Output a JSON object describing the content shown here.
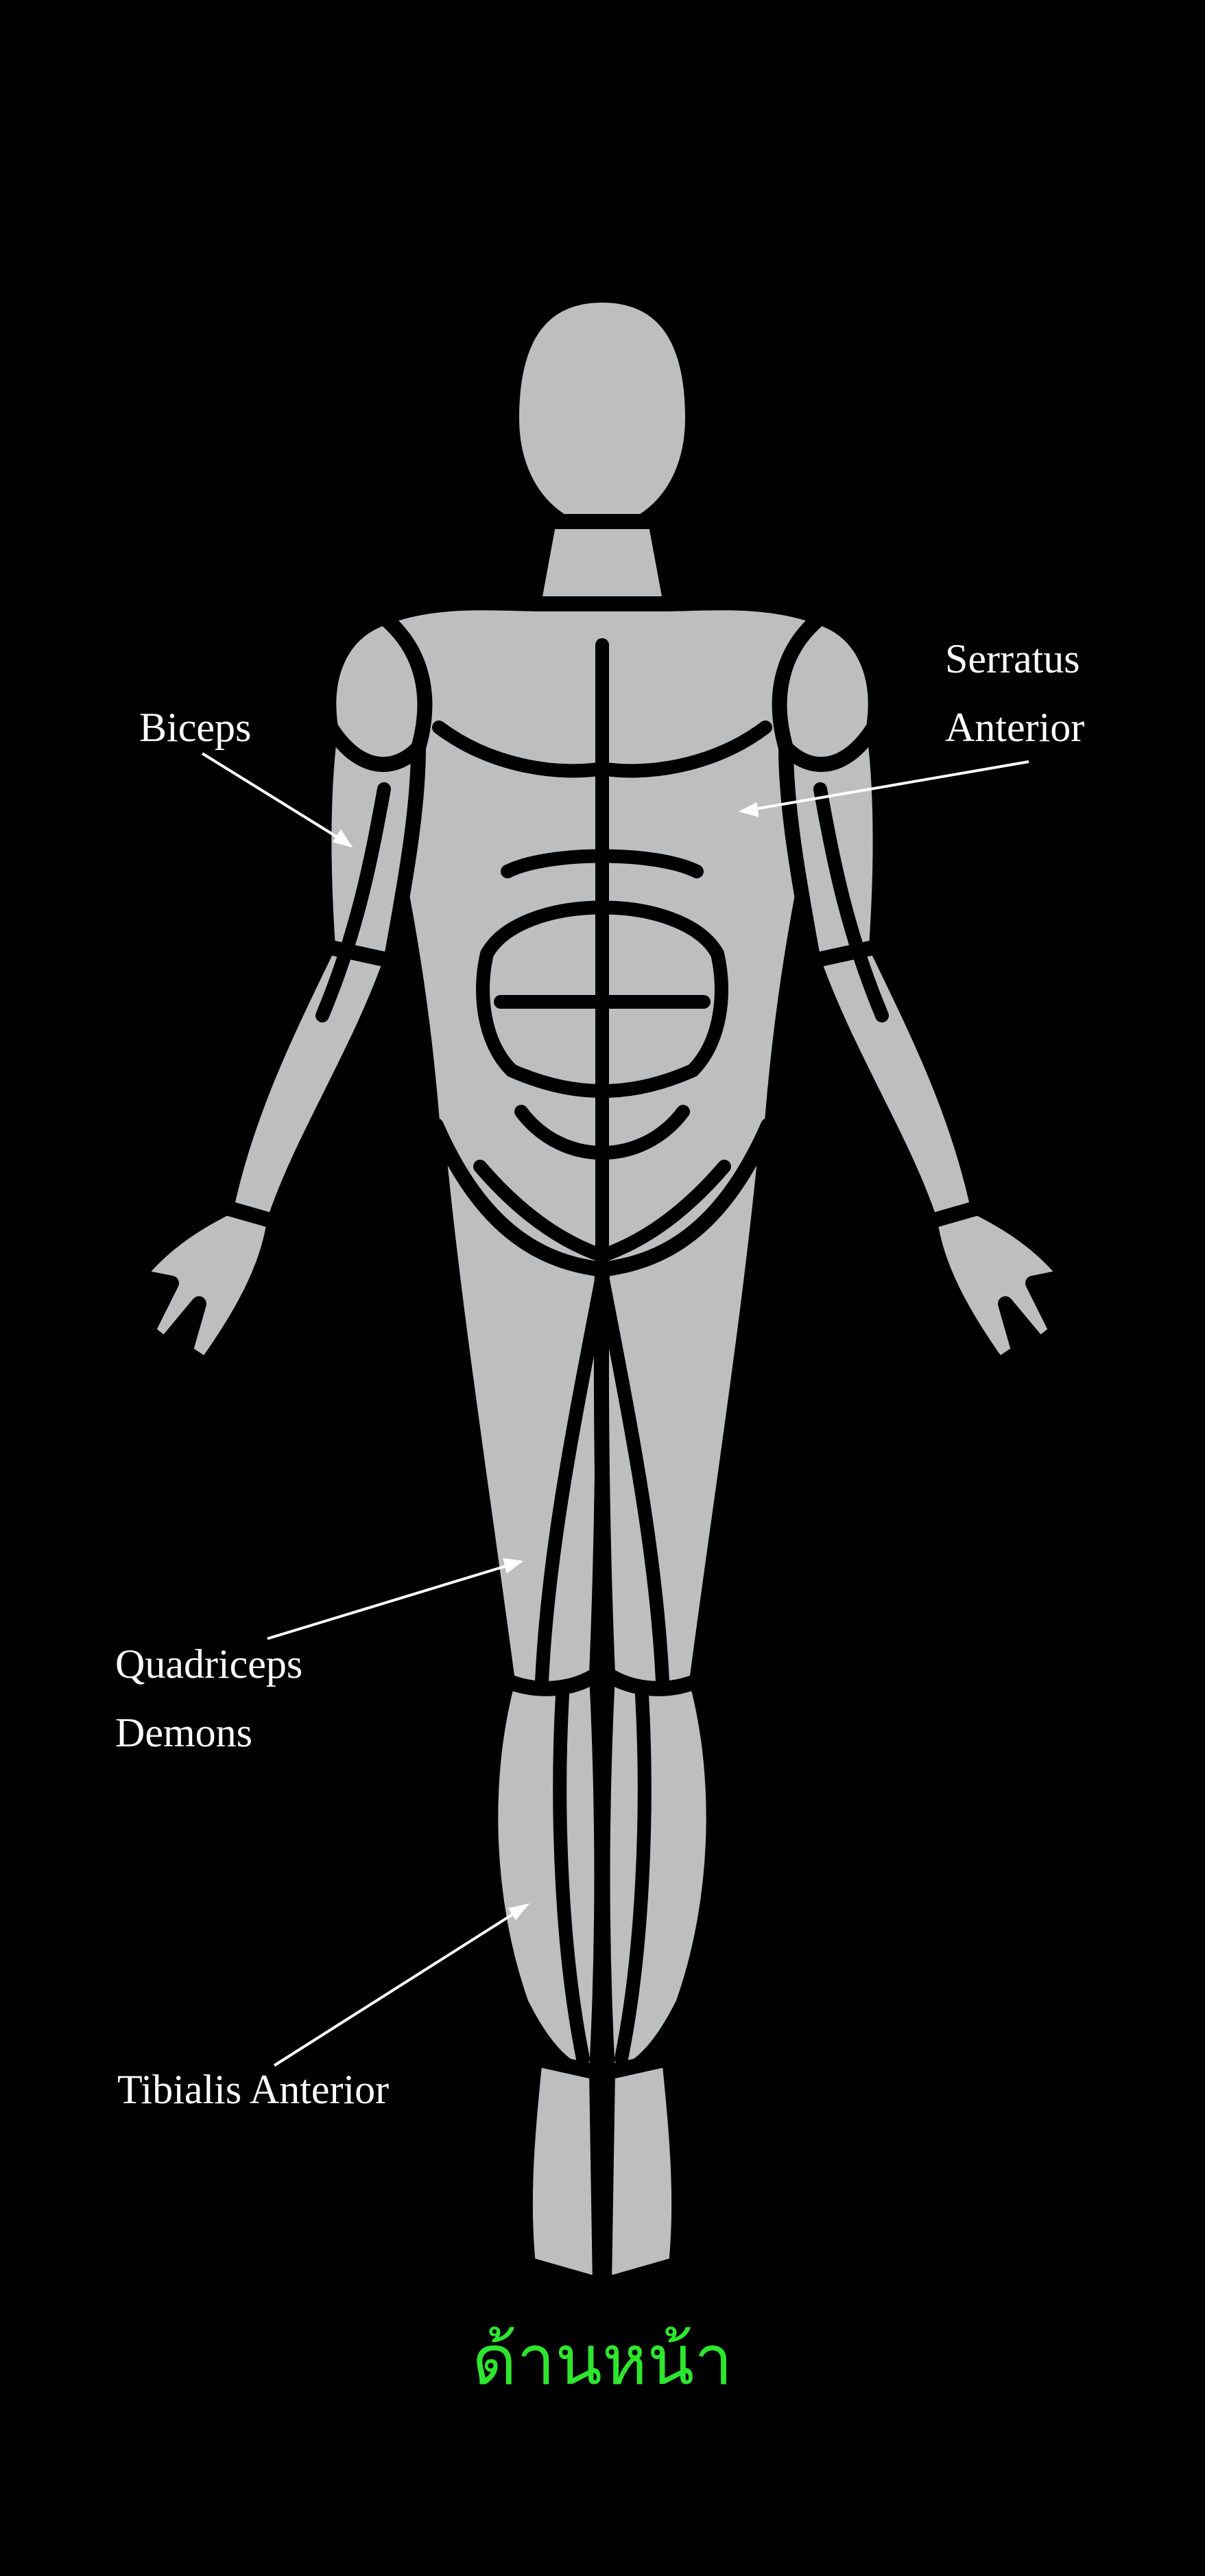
{
  "labels": {
    "biceps": "Biceps",
    "serratus": "Serratus\nAnterior",
    "quadriceps": "Quadriceps\nDemons",
    "tibialis": "Tibialis Anterior"
  },
  "caption": "ด้านหน้า",
  "colors": {
    "background": "#000000",
    "body": "#bdbec0",
    "outline": "#000000",
    "label_text": "#ffffff",
    "caption": "#2ee62e"
  }
}
